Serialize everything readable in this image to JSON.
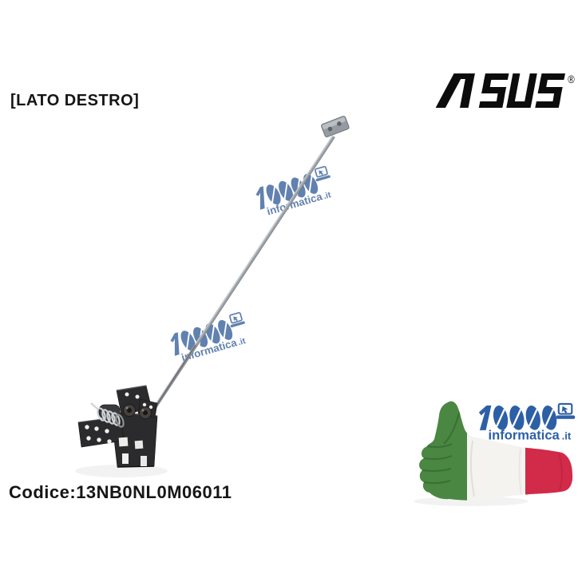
{
  "labels": {
    "side": "[LATO DESTRO]",
    "code_prefix": "Codice:",
    "code_value": "13NB0NL0M06011"
  },
  "brand": {
    "name": "ASUS",
    "registered_mark": "®"
  },
  "logo": {
    "number": "10000",
    "domain": "informatica",
    "tld": ".it",
    "solid_color": "#2d5fa6",
    "watermark_color": "#5174a8"
  },
  "icons": {
    "laptop": "laptop-icon",
    "brand": "asus-wordmark",
    "hand": "thumbs-up-italian-flag"
  },
  "colors": {
    "background": "#ffffff",
    "text": "#161616",
    "flag_green": "#4a8742",
    "flag_white": "#f4f3ef",
    "flag_red": "#d22a49",
    "rod_metal": "#9aa0a5",
    "hinge_dark": "#2b2b2d"
  }
}
